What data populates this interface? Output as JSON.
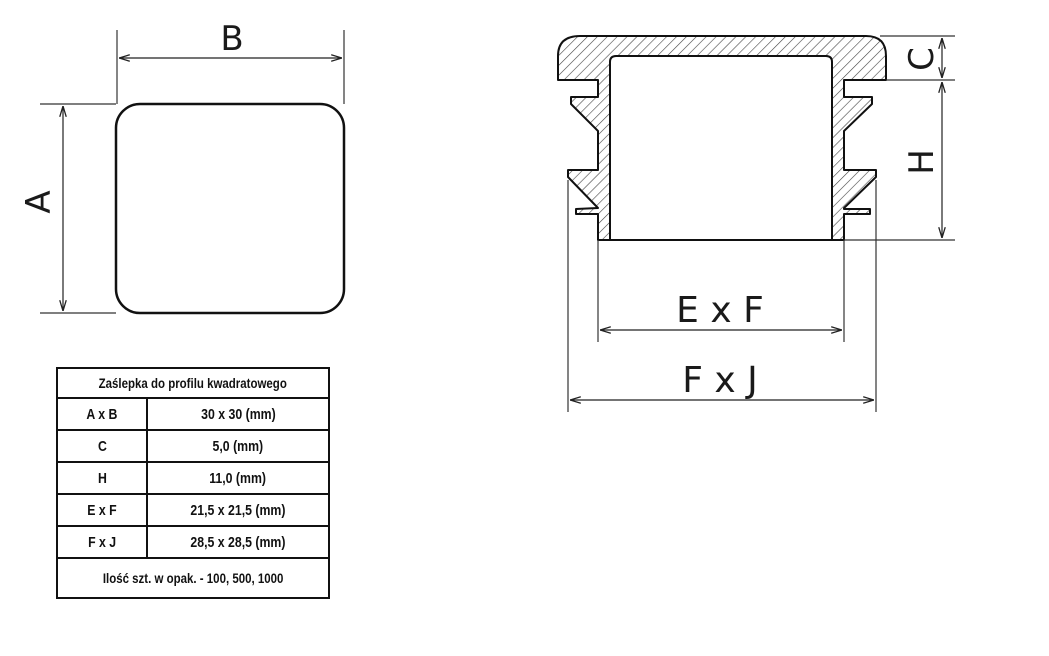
{
  "front_view": {
    "width_label": "B",
    "height_label": "A"
  },
  "section_view": {
    "top_label": "C",
    "side_label": "H",
    "inner_label": "E x F",
    "outer_label": "F x J"
  },
  "spec_table": {
    "title": "Zaślepka do profilu kwadratowego",
    "rows": [
      {
        "key": "A x B",
        "value": "30 x 30 (mm)"
      },
      {
        "key": "C",
        "value": "5,0 (mm)"
      },
      {
        "key": "H",
        "value": "11,0 (mm)"
      },
      {
        "key": "E x F",
        "value": "21,5 x 21,5 (mm)"
      },
      {
        "key": "F x J",
        "value": "28,5 x 28,5 (mm)"
      }
    ],
    "footer": "Ilość szt. w opak. - 100, 500, 1000"
  }
}
